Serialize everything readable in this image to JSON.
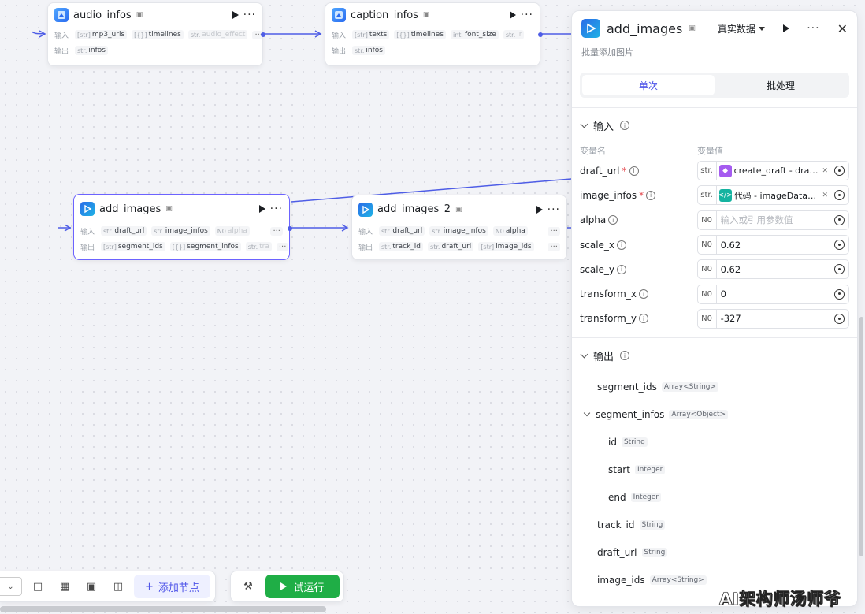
{
  "canvas": {
    "nodes": {
      "audio_infos": {
        "title": "audio_infos",
        "in_label": "输入",
        "out_label": "输出",
        "inputs": [
          {
            "type": "[str]",
            "name": "mp3_urls"
          },
          {
            "type": "[{}]",
            "name": "timelines"
          },
          {
            "type": "str.",
            "name": "audio_effect"
          }
        ],
        "outputs": [
          {
            "type": "str.",
            "name": "infos"
          }
        ]
      },
      "caption_infos": {
        "title": "caption_infos",
        "in_label": "输入",
        "out_label": "输出",
        "inputs": [
          {
            "type": "[str]",
            "name": "texts"
          },
          {
            "type": "[{}]",
            "name": "timelines"
          },
          {
            "type": "int.",
            "name": "font_size"
          },
          {
            "type": "str.",
            "name": "ir"
          }
        ],
        "outputs": [
          {
            "type": "str.",
            "name": "infos"
          }
        ]
      },
      "add_images": {
        "title": "add_images",
        "in_label": "输入",
        "out_label": "输出",
        "inputs": [
          {
            "type": "str.",
            "name": "draft_url"
          },
          {
            "type": "str.",
            "name": "image_infos"
          },
          {
            "type": "N0",
            "name": "alpha"
          }
        ],
        "outputs": [
          {
            "type": "[str]",
            "name": "segment_ids"
          },
          {
            "type": "[{}]",
            "name": "segment_infos"
          },
          {
            "type": "str.",
            "name": "tra"
          }
        ]
      },
      "add_images_2": {
        "title": "add_images_2",
        "in_label": "输入",
        "out_label": "输出",
        "inputs": [
          {
            "type": "str.",
            "name": "draft_url"
          },
          {
            "type": "str.",
            "name": "image_infos"
          },
          {
            "type": "N0",
            "name": "alpha"
          }
        ],
        "outputs": [
          {
            "type": "str.",
            "name": "track_id"
          },
          {
            "type": "str.",
            "name": "draft_url"
          },
          {
            "type": "[str]",
            "name": "image_ids"
          }
        ]
      }
    }
  },
  "toolbar": {
    "add_node_label": "添加节点",
    "run_label": "试运行"
  },
  "panel": {
    "title": "add_images",
    "mode": "真实数据",
    "subtitle": "批量添加图片",
    "tabs": [
      "单次",
      "批处理"
    ],
    "input_section": "输入",
    "col_name": "变量名",
    "col_value": "变量值",
    "inputs": [
      {
        "name": "draft_url",
        "required": true,
        "type": "str.",
        "ref_source": "create_draft - draft_url",
        "kind": "ref-purple"
      },
      {
        "name": "image_infos",
        "required": true,
        "type": "str.",
        "ref_source": "代码 - imageDataList",
        "kind": "ref-teal"
      },
      {
        "name": "alpha",
        "required": false,
        "type": "N0",
        "placeholder": "输入或引用参数值",
        "kind": "empty"
      },
      {
        "name": "scale_x",
        "required": false,
        "type": "N0",
        "value": "0.62",
        "kind": "value"
      },
      {
        "name": "scale_y",
        "required": false,
        "type": "N0",
        "value": "0.62",
        "kind": "value"
      },
      {
        "name": "transform_x",
        "required": false,
        "type": "N0",
        "value": "0",
        "kind": "value"
      },
      {
        "name": "transform_y",
        "required": false,
        "type": "N0",
        "value": "-327",
        "kind": "value"
      }
    ],
    "output_section": "输出",
    "outputs": [
      {
        "name": "segment_ids",
        "type": "Array<String>"
      },
      {
        "name": "segment_infos",
        "type": "Array<Object>",
        "children": [
          {
            "name": "id",
            "type": "String"
          },
          {
            "name": "start",
            "type": "Integer"
          },
          {
            "name": "end",
            "type": "Integer"
          }
        ]
      },
      {
        "name": "track_id",
        "type": "String"
      },
      {
        "name": "draft_url",
        "type": "String"
      },
      {
        "name": "image_ids",
        "type": "Array<String>"
      }
    ]
  },
  "watermark": "AI架构师汤师爷",
  "colors": {
    "accent": "#4d53e8",
    "run": "#1fae46",
    "edge": "#4e5de6",
    "selected_border": "#6c63ff"
  }
}
